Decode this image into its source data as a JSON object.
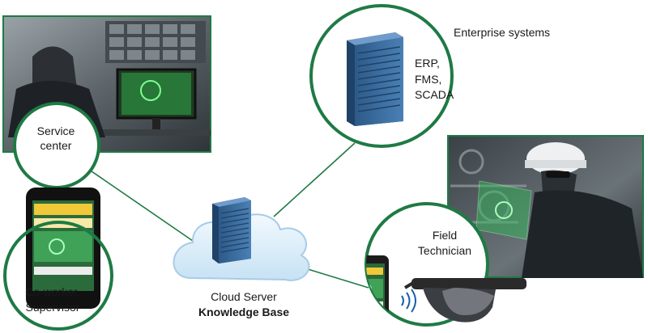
{
  "colors": {
    "accent_green": "#1f7a45",
    "connector": "#1f7a45",
    "server_blue": "#3b6ea0",
    "cloud_light": "#d7ecf8",
    "cloud_stroke": "#a8cbe6"
  },
  "labels": {
    "enterprise_title": "Enterprise systems",
    "enterprise_lines": [
      "ERP,",
      "FMS,",
      "SCADA"
    ],
    "service_lines": [
      "Service",
      "center"
    ],
    "cloud_line1": "Cloud Server",
    "cloud_line2": "Knowledge Base",
    "field_lines": [
      "Field",
      "Technician"
    ],
    "coworker_lines": [
      "Co-worker,",
      "Supervisor"
    ]
  },
  "icons": {
    "cloud": "cloud-icon",
    "server": "server-tower-icon",
    "phone": "smartphone-icon",
    "glasses": "smart-glasses-icon",
    "wireless": "wireless-signal-icon"
  }
}
